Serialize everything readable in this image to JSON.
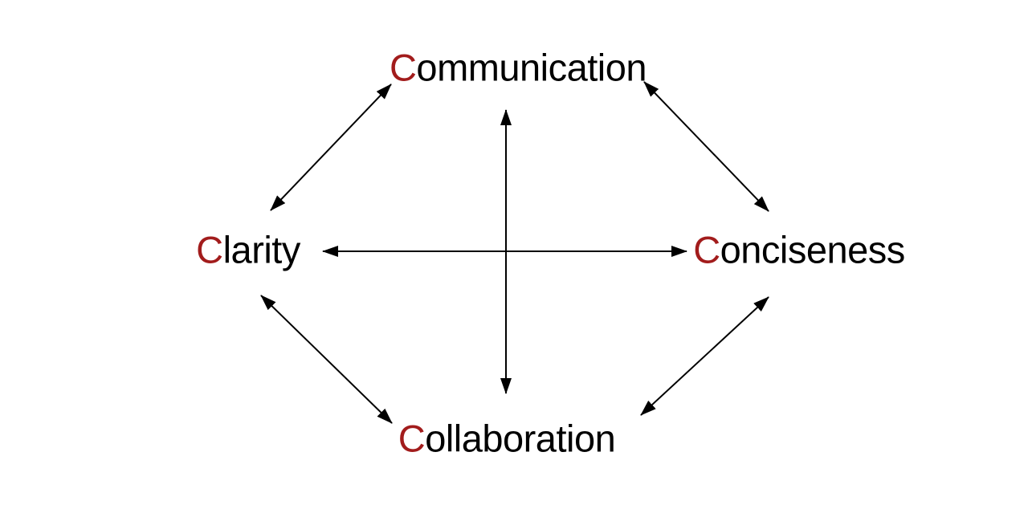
{
  "page": {
    "background": "#ffffff"
  },
  "diagram": {
    "accent_color": "#A21C1C",
    "text_color": "#000000",
    "arrow_color": "#000000",
    "nodes": [
      {
        "id": "communication",
        "label": "Communication",
        "initial": "C",
        "rest": "ommunication",
        "position": "top"
      },
      {
        "id": "clarity",
        "label": "Clarity",
        "initial": "C",
        "rest": "larity",
        "position": "left"
      },
      {
        "id": "conciseness",
        "label": "Conciseness",
        "initial": "C",
        "rest": "onciseness",
        "position": "right"
      },
      {
        "id": "collaboration",
        "label": "Collaboration",
        "initial": "C",
        "rest": "ollaboration",
        "position": "bottom"
      }
    ],
    "edges": [
      {
        "from": "clarity",
        "to": "communication",
        "bidirectional": true
      },
      {
        "from": "communication",
        "to": "conciseness",
        "bidirectional": true
      },
      {
        "from": "clarity",
        "to": "conciseness",
        "bidirectional": true
      },
      {
        "from": "communication",
        "to": "collaboration",
        "bidirectional": true
      },
      {
        "from": "clarity",
        "to": "collaboration",
        "bidirectional": true
      },
      {
        "from": "collaboration",
        "to": "conciseness",
        "bidirectional": true
      }
    ]
  }
}
